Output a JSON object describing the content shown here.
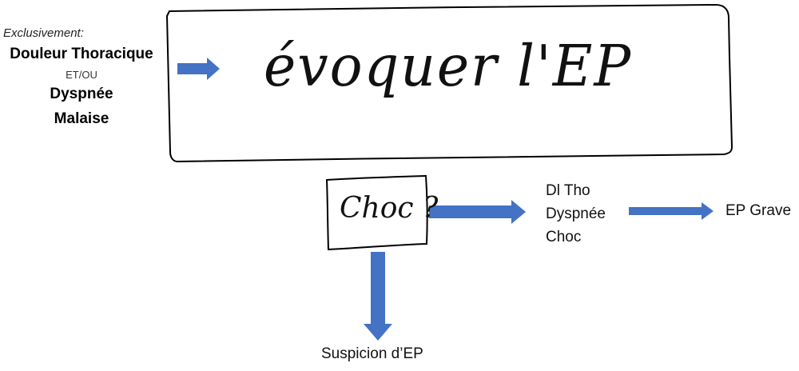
{
  "left_criteria": {
    "qualifier": "Exclusivement:",
    "item1": "Douleur Thoracique",
    "connector": "ET/OU",
    "item2": "Dyspnée",
    "item3": "Malaise"
  },
  "main_box": {
    "text": "évoquer l'EP"
  },
  "decision": {
    "text": "Choc ?"
  },
  "right_branch": {
    "lines": [
      "Dl Tho",
      "Dyspnée",
      "Choc"
    ],
    "result": "EP Grave"
  },
  "down_branch": {
    "result": "Suspicion d’EP"
  },
  "colors": {
    "arrow": "#4472C4",
    "stroke": "#000000"
  }
}
